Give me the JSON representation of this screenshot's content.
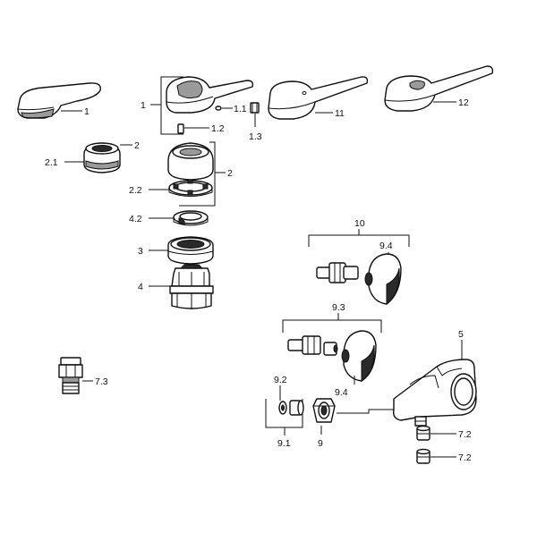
{
  "labels": {
    "l1": "1",
    "l1b": "1",
    "l1_1": "1.1",
    "l1_2": "1.2",
    "l1_3": "1.3",
    "l11": "11",
    "l12": "12",
    "l2a": "2",
    "l2b": "2",
    "l2_1": "2.1",
    "l2_2": "2.2",
    "l4_2": "4.2",
    "l3": "3",
    "l4": "4",
    "l7_3": "7.3",
    "l10": "10",
    "l9_4a": "9.4",
    "l9_3": "9.3",
    "l9_4b": "9.4",
    "l5": "5",
    "l9_2": "9.2",
    "l9_1": "9.1",
    "l9": "9",
    "l7_2a": "7.2",
    "l7_2b": "7.2"
  }
}
